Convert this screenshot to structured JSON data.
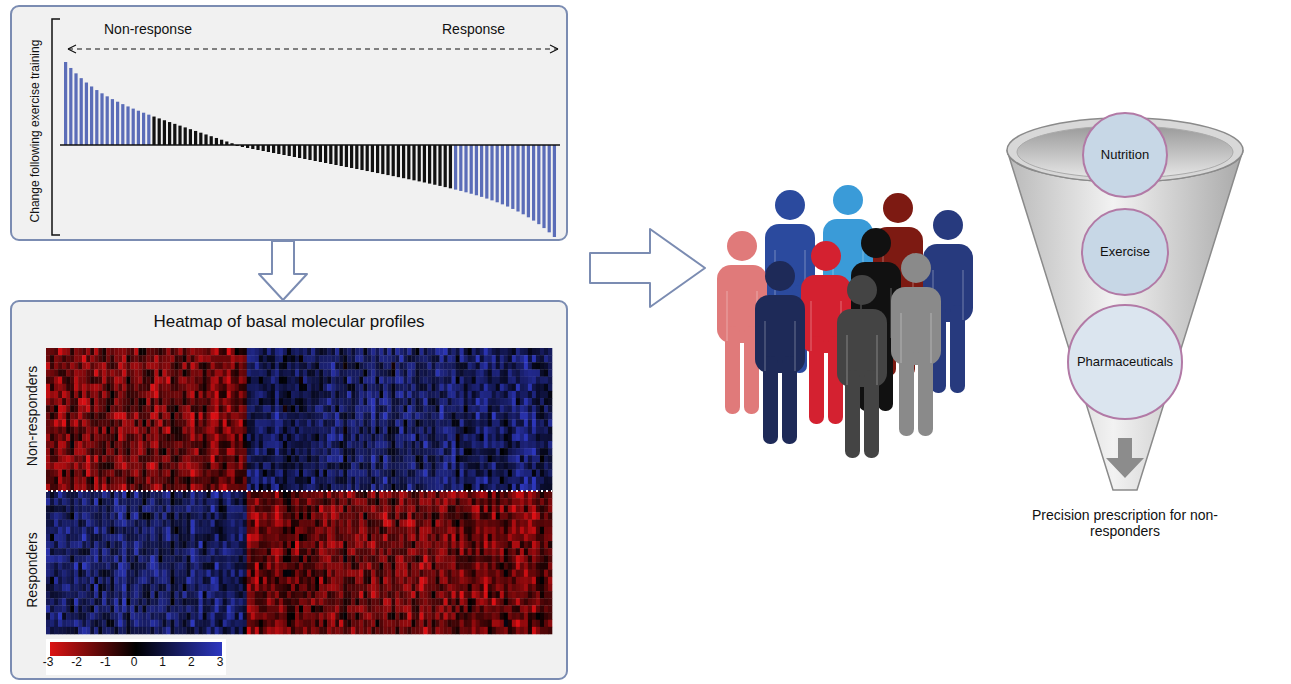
{
  "diagram": {
    "nodes": [
      {
        "text": [
          "Non-response",
          "Response",
          "Change following exercise training"
        ]
      },
      {
        "text": [
          "Heatmap of basal molecular profiles",
          "Non-responders",
          "Responders"
        ]
      },
      {
        "text": [
          "Precision prescription for non-responders"
        ]
      },
      {
        "text": [
          "Nutrition"
        ],
        "in": 2
      },
      {
        "text": [
          "Exercise"
        ],
        "in": 2
      },
      {
        "text": [
          "Pharmaceuticals"
        ],
        "in": 2
      }
    ],
    "edges": [
      {
        "from": 0,
        "to": 1,
        "arrow": "to"
      }
    ],
    "labels": [
      "-3",
      "-2",
      "-1",
      "0",
      "1",
      "2",
      "3"
    ]
  }
}
